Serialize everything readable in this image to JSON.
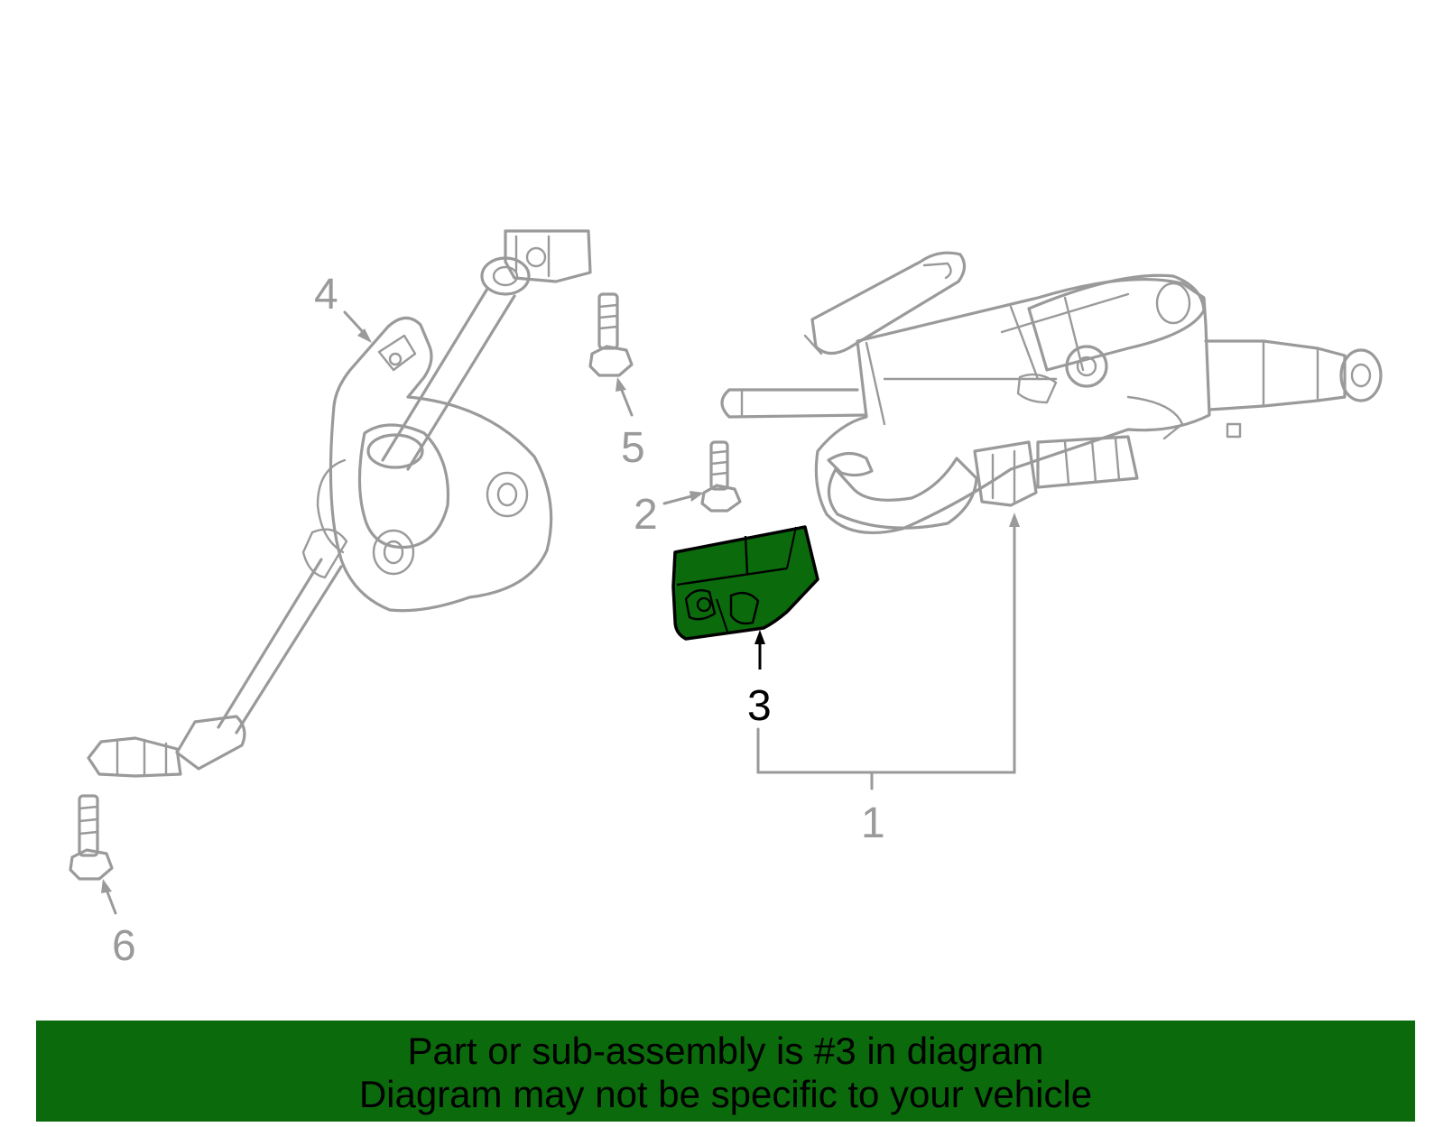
{
  "callouts": {
    "c1": "1",
    "c2": "2",
    "c3": "3",
    "c4": "4",
    "c5": "5",
    "c6": "6"
  },
  "highlighted_part": "3",
  "colors": {
    "part_lines": "#9a9a9a",
    "highlight_fill": "#0b6a0b",
    "banner_bg": "#0b6a0b",
    "text": "#000000"
  },
  "banner": {
    "line1": "Part or sub-assembly is #3 in diagram",
    "line2": "Diagram may not be specific to your vehicle"
  }
}
